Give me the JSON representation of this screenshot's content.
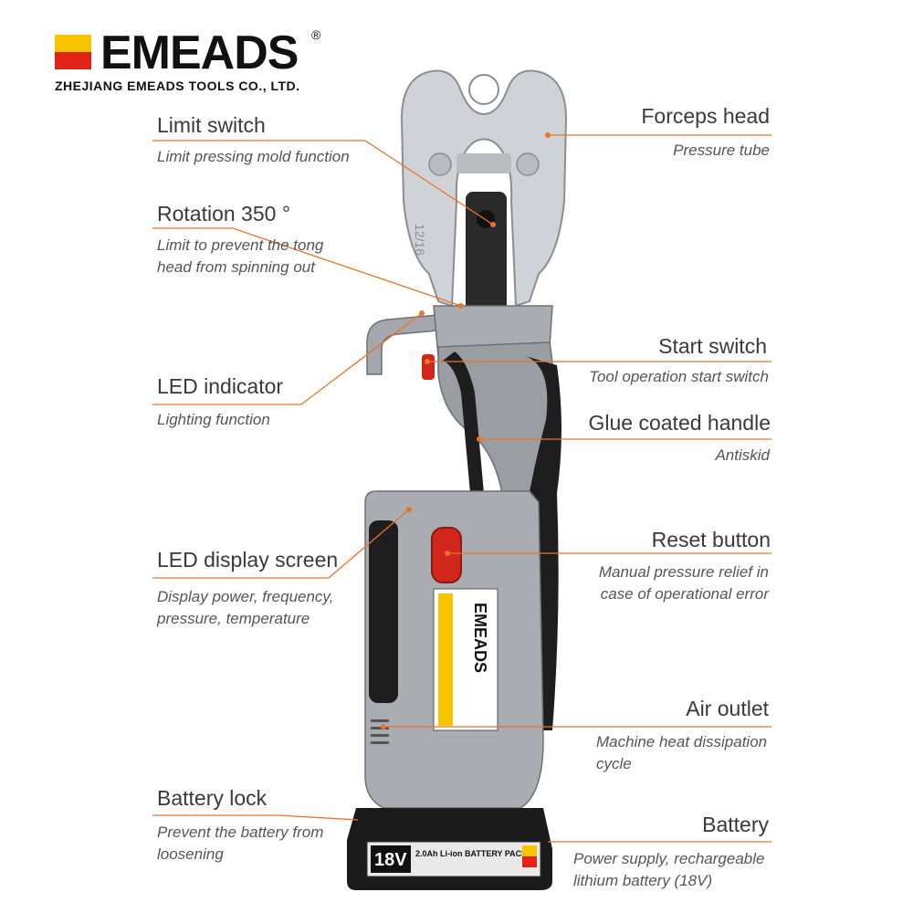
{
  "brand": {
    "name": "EMEADS",
    "reg": "®",
    "company": "ZHEJIANG EMEADS TOOLS CO., LTD.",
    "colors": {
      "yellow": "#f7c500",
      "red": "#e2231a",
      "line": "#e8742a"
    }
  },
  "callouts": {
    "limit_switch": {
      "title": "Limit switch",
      "desc": "Limit pressing mold function"
    },
    "rotation": {
      "title": "Rotation 350 °",
      "desc": [
        "Limit to prevent the tong",
        "head from spinning out"
      ]
    },
    "led_indicator": {
      "title": "LED indicator",
      "desc": "Lighting function"
    },
    "led_display": {
      "title": "LED display screen",
      "desc": [
        "Display power, frequency,",
        "pressure, temperature"
      ]
    },
    "battery_lock": {
      "title": "Battery lock",
      "desc": [
        "Prevent the battery from",
        "loosening"
      ]
    },
    "forceps_head": {
      "title": "Forceps head",
      "desc": "Pressure tube"
    },
    "start_switch": {
      "title": "Start switch",
      "desc": "Tool operation start switch"
    },
    "handle": {
      "title": "Glue coated handle",
      "desc": "Antiskid"
    },
    "reset_button": {
      "title": "Reset button",
      "desc": [
        "Manual pressure relief in",
        "case of operational error"
      ]
    },
    "air_outlet": {
      "title": "Air outlet",
      "desc": [
        "Machine heat dissipation",
        "cycle"
      ]
    },
    "battery": {
      "title": "Battery",
      "desc": [
        "Power supply, rechargeable",
        "lithium battery (18V)"
      ]
    }
  },
  "tool": {
    "label_brand": "EMEADS",
    "battery_voltage": "18V",
    "battery_pack": "2.0Ah Li-ion BATTERY PACK",
    "jaw_size": "12/16"
  }
}
